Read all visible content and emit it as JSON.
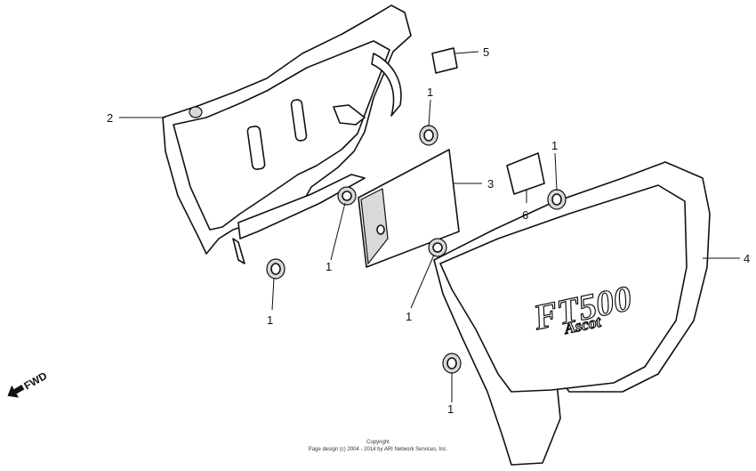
{
  "callouts": {
    "c1a": "1",
    "c1b": "1",
    "c1c": "1",
    "c1d": "1",
    "c1e": "1",
    "c1f": "1",
    "c2": "2",
    "c3": "3",
    "c4": "4",
    "c5": "5",
    "c6": "6"
  },
  "direction_label": "FWD",
  "logo_text": "FT500",
  "logo_script": "Ascot",
  "copyright": {
    "line1": "Copyright",
    "line2": "Page design (c) 2004 - 2014 by ARI Network Services, Inc."
  },
  "icons": [
    "forward-arrow-icon"
  ]
}
